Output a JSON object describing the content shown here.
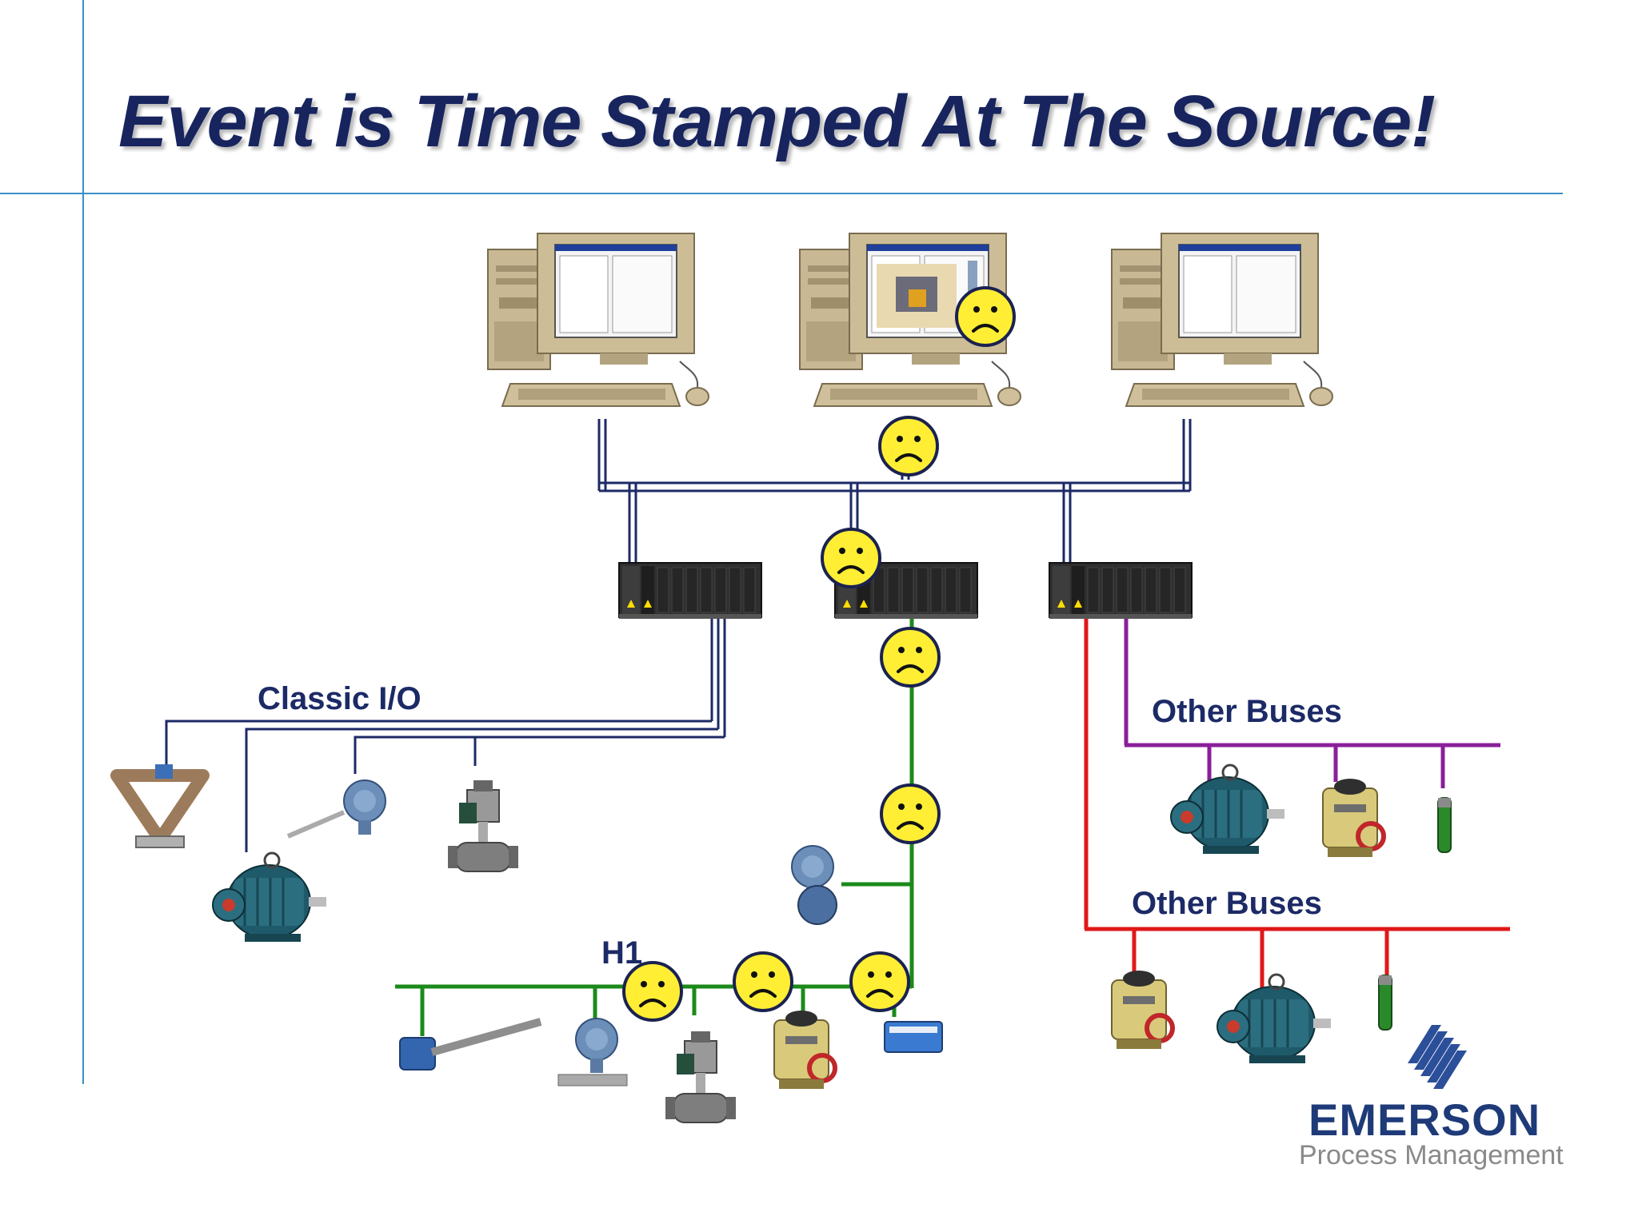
{
  "slide": {
    "title": "Event is Time Stamped At The Source!"
  },
  "labels": {
    "classic_io": "Classic  I/O",
    "other_buses_upper": "Other Buses",
    "other_buses_lower": "Other Buses",
    "h1": "H1"
  },
  "logo": {
    "wordmark": "EMERSON",
    "tagline": "Process Management"
  },
  "colors": {
    "title": "#17245e",
    "control_network": "#1c2a66",
    "classic_io_wire": "#1c2a66",
    "h1_fieldbus": "#1b8a1b",
    "other_bus_purple": "#8a1f9a",
    "other_bus_red": "#e01818",
    "sad_face": "#ffee33"
  },
  "icons": [
    "workstation-icon",
    "controller-icon",
    "sad-face-icon",
    "flowmeter-icon",
    "motor-icon",
    "transmitter-icon",
    "control-valve-icon",
    "actuator-icon",
    "sensor-icon",
    "io-module-icon"
  ]
}
